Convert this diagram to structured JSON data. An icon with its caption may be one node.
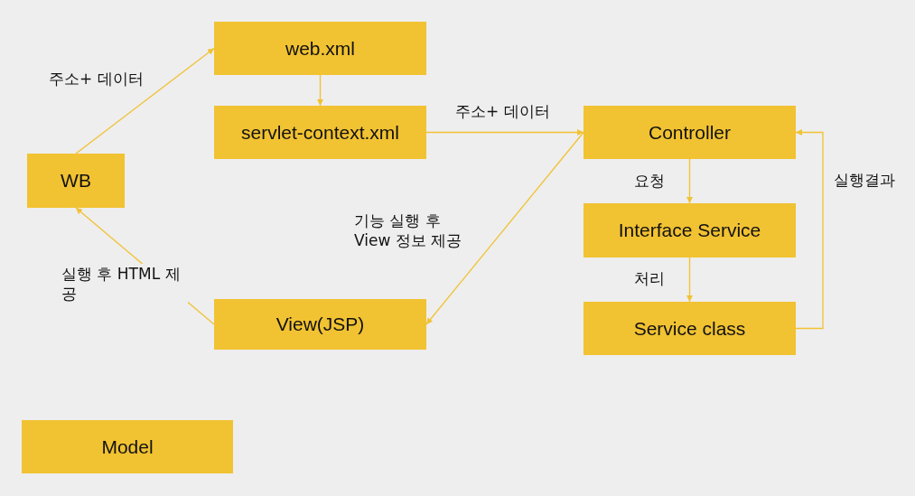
{
  "diagram": {
    "nodes": [
      {
        "text": [
          "WB"
        ]
      },
      {
        "text": [
          "web.xml"
        ]
      },
      {
        "text": [
          "servlet-context.xml"
        ]
      },
      {
        "text": [
          "Controller"
        ]
      },
      {
        "text": [
          "Interface Service"
        ]
      },
      {
        "text": [
          "Service class"
        ]
      },
      {
        "text": [
          "View(JSP)"
        ]
      },
      {
        "text": [
          "Model"
        ]
      }
    ],
    "edges": [
      {
        "from": 0,
        "to": 1,
        "arrow": "to",
        "label": "주소+ 데이터"
      },
      {
        "from": 1,
        "to": 2,
        "arrow": "to"
      },
      {
        "from": 2,
        "to": 3,
        "arrow": "to",
        "label": "주소+ 데이터"
      },
      {
        "from": 3,
        "to": 6,
        "arrow": "to",
        "label": "기능 실행 후 View 정보 제공"
      },
      {
        "from": 6,
        "to": 0,
        "arrow": "to",
        "label": "실행 후 HTML 제공"
      },
      {
        "from": 3,
        "to": 4,
        "arrow": "to",
        "label": "요청"
      },
      {
        "from": 4,
        "to": 5,
        "arrow": "to",
        "label": "처리"
      },
      {
        "from": 5,
        "to": 3,
        "arrow": "to",
        "label": "실행결과"
      }
    ]
  }
}
